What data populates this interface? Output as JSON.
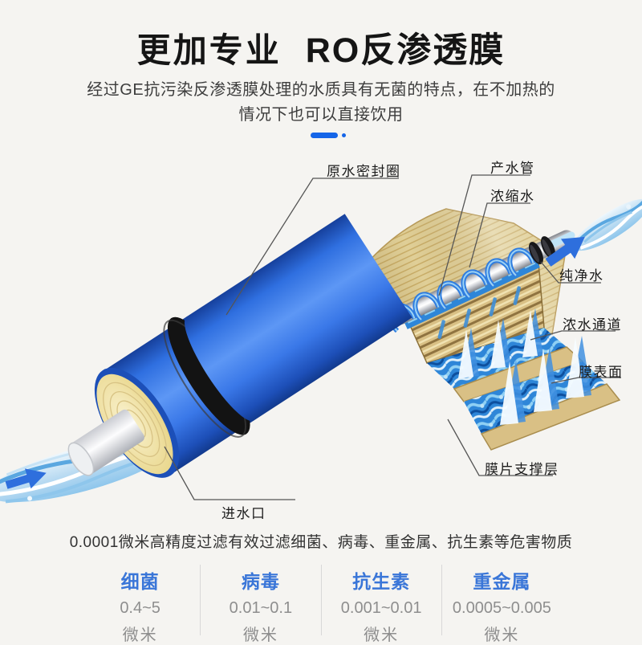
{
  "page": {
    "background": "#f5f4f1",
    "accent_color": "#1565e8"
  },
  "header": {
    "title_part1": "更加专业",
    "title_part2": "RO反渗透膜",
    "subtitle_line1": "经过GE抗污染反渗透膜处理的水质具有无菌的特点，在不加热的",
    "subtitle_line2": "情况下也可以直接饮用"
  },
  "diagram": {
    "labels": [
      {
        "id": "raw-water-seal-ring",
        "text": "原水密封圈"
      },
      {
        "id": "product-water-pipe",
        "text": "产水管"
      },
      {
        "id": "concentrated-water",
        "text": "浓缩水"
      },
      {
        "id": "pure-water",
        "text": "纯净水"
      },
      {
        "id": "concentrate-channel",
        "text": "浓水通道"
      },
      {
        "id": "membrane-surface",
        "text": "膜表面"
      },
      {
        "id": "membrane-support-layer",
        "text": "膜片支撑层"
      },
      {
        "id": "water-inlet",
        "text": "进水口"
      }
    ],
    "colors": {
      "cylinder_blue": "#2f6fe0",
      "membrane_tan": "#d9c085",
      "water_blue": "#2e86d8",
      "arrow_blue": "#2e6fdd"
    }
  },
  "footer": {
    "note": "0.0001微米高精度过滤有效过滤细菌、病毒、重金属、抗生素等危害物质",
    "table": {
      "header_color": "#3a76d8",
      "value_color": "#8e8e8e",
      "columns": [
        {
          "name": "细菌",
          "range": "0.4~5",
          "unit": "微米"
        },
        {
          "name": "病毒",
          "range": "0.01~0.1",
          "unit": "微米"
        },
        {
          "name": "抗生素",
          "range": "0.001~0.01",
          "unit": "微米"
        },
        {
          "name": "重金属",
          "range": "0.0005~0.005",
          "unit": "微米"
        }
      ]
    }
  }
}
